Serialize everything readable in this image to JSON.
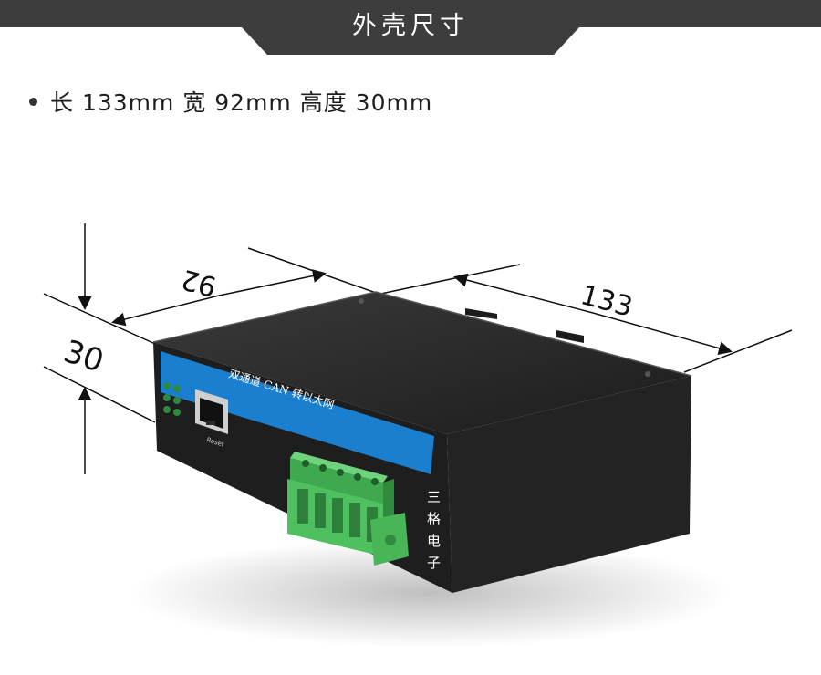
{
  "header": {
    "title": "外壳尺寸"
  },
  "spec": {
    "text": "长 133mm 宽 92mm 高度 30mm"
  },
  "dimensions": {
    "width_label": "92",
    "length_label": "133",
    "height_label": "30"
  },
  "device": {
    "panel_text": "双通道 CAN 转以太网",
    "port_label": "Reset",
    "brand_chars": [
      "三",
      "格",
      "电",
      "子"
    ]
  },
  "colors": {
    "header_bg": "#3d3d3d",
    "case_body": "#262626",
    "blue_panel": "#1b7fcf",
    "terminal_green": "#4fc05f"
  }
}
